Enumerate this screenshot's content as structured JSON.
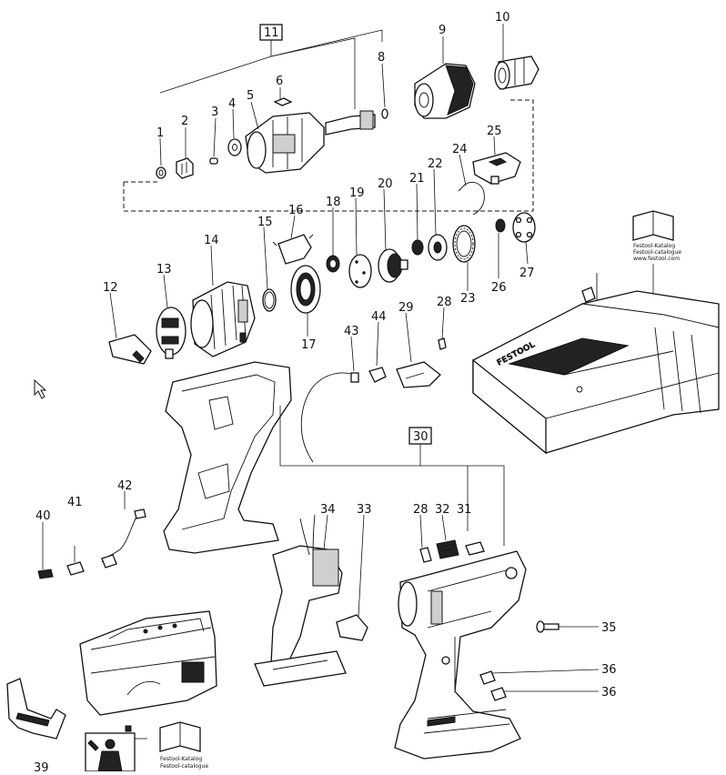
{
  "diagram": {
    "part_labels": [
      "1",
      "2",
      "3",
      "4",
      "5",
      "6",
      "8",
      "9",
      "10",
      "11",
      "12",
      "13",
      "14",
      "15",
      "16",
      "17",
      "18",
      "19",
      "20",
      "21",
      "22",
      "23",
      "24",
      "25",
      "26",
      "27",
      "28",
      "28",
      "29",
      "30",
      "31",
      "32",
      "33",
      "34",
      "35",
      "36",
      "36",
      "39",
      "40",
      "41",
      "42",
      "43",
      "44"
    ],
    "book_top": {
      "title": "Festool-Katalog",
      "subtitle": "Festool-catalogue",
      "url": "www.festool.com"
    },
    "book_bottom": {
      "title": "Festool-Katalog",
      "subtitle": "Festool-catalogue"
    },
    "charger_brand": "FESTOOL"
  }
}
